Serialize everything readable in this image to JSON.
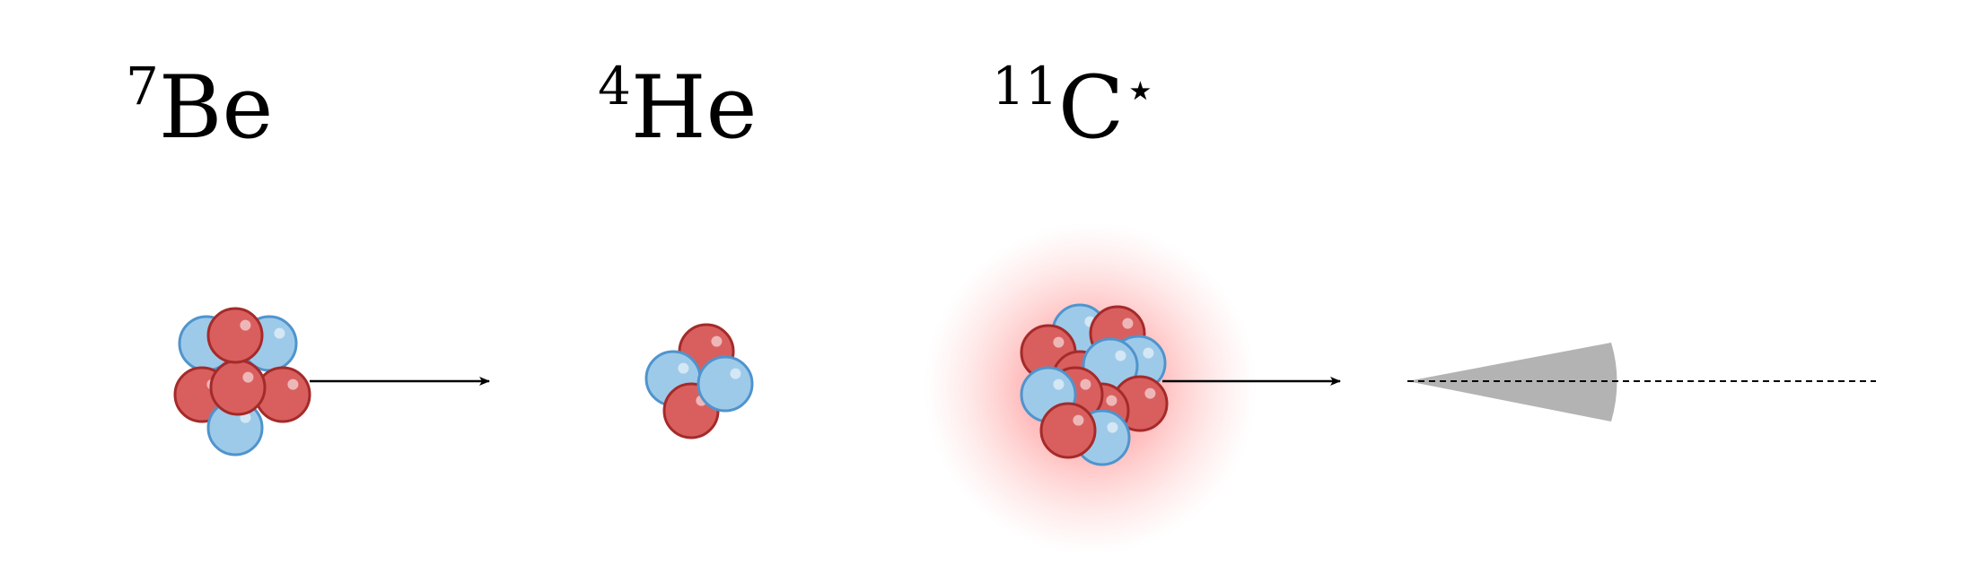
{
  "labels": {
    "be7": {
      "mass": "7",
      "symbol": "Be",
      "superscript_suffix": ""
    },
    "he4": {
      "mass": "4",
      "symbol": "He",
      "superscript_suffix": ""
    },
    "c11": {
      "mass": "11",
      "symbol": "C",
      "superscript_suffix": "⋆"
    }
  },
  "colors": {
    "proton_fill": "#d95f5f",
    "proton_stroke": "#a52a2a",
    "neutron_fill": "#9ecae9",
    "neutron_stroke": "#4f94cd",
    "excitation_glow": "#ff6b6b",
    "cone_fill": "#b3b3b3",
    "arrow": "#000000"
  },
  "nuclei": {
    "be7": {
      "protons": 4,
      "neutrons": 3
    },
    "he4": {
      "protons": 2,
      "neutrons": 2
    },
    "c11": {
      "protons": 6,
      "neutrons": 5,
      "excited": true
    }
  }
}
